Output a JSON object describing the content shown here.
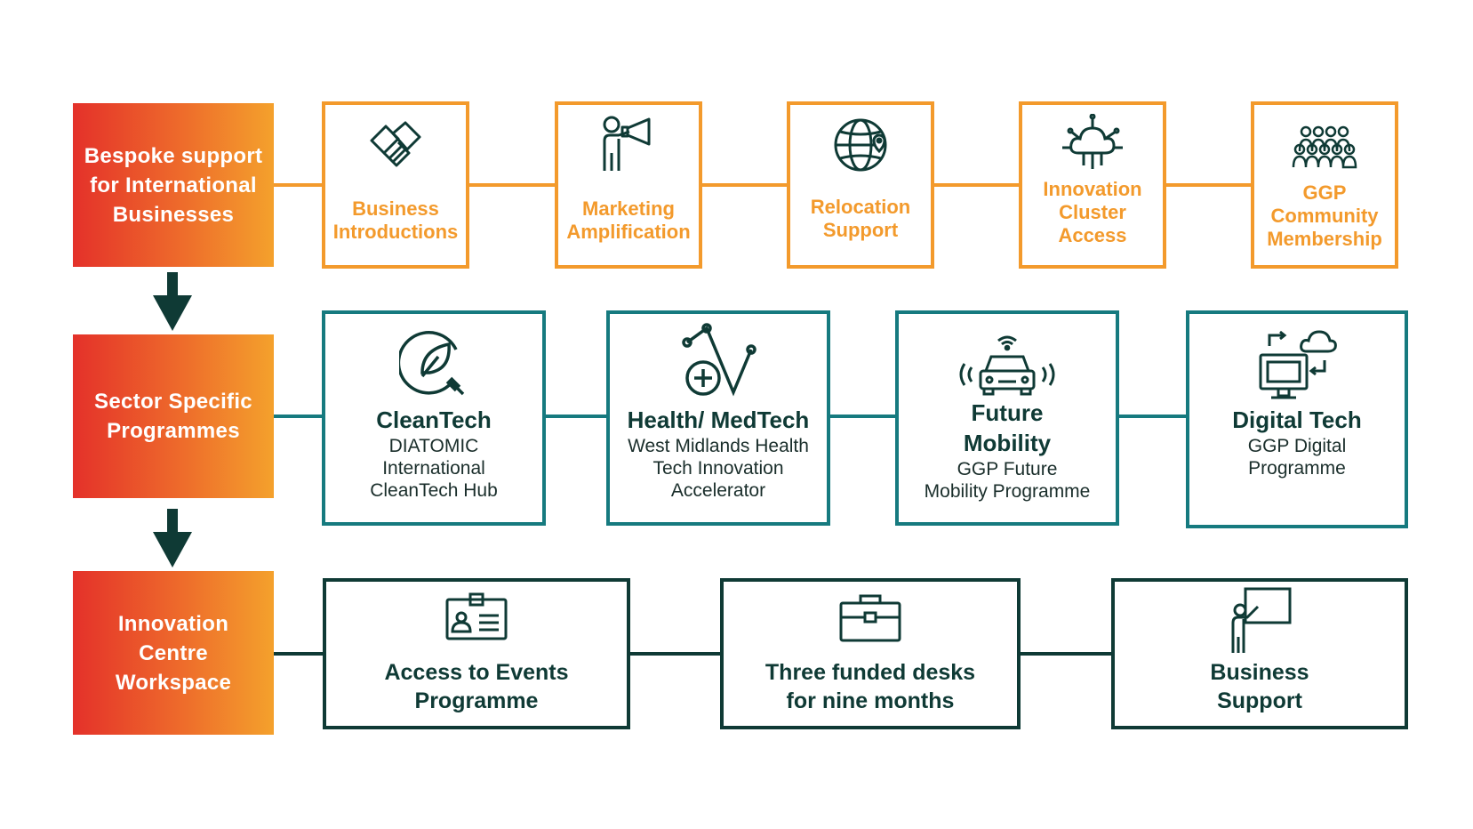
{
  "rows": [
    {
      "label": "Bespoke support\nfor International\nBusinesses",
      "cards": [
        {
          "icon": "handshake-icon",
          "text": "Business\nIntroductions"
        },
        {
          "icon": "megaphone-person-icon",
          "text": "Marketing\nAmplification"
        },
        {
          "icon": "globe-location-icon",
          "text": "Relocation\nSupport"
        },
        {
          "icon": "cloud-network-icon",
          "text": "Innovation\nCluster\nAccess"
        },
        {
          "icon": "community-group-icon",
          "text": "GGP\nCommunity\nMembership"
        }
      ]
    },
    {
      "label": "Sector Specific\nProgrammes",
      "cards": [
        {
          "icon": "leaf-plug-icon",
          "title": "CleanTech",
          "sub": "DIATOMIC\nInternational\nCleanTech Hub"
        },
        {
          "icon": "medical-graph-icon",
          "title": "Health/ MedTech",
          "sub": "West Midlands Health\nTech Innovation\nAccelerator"
        },
        {
          "icon": "connected-car-icon",
          "title": "Future\nMobility",
          "sub": "GGP Future\nMobility Programme"
        },
        {
          "icon": "computer-cloud-icon",
          "title": "Digital Tech",
          "sub": "GGP Digital\nProgramme"
        }
      ]
    },
    {
      "label": "Innovation\nCentre\nWorkspace",
      "cards": [
        {
          "icon": "id-badge-icon",
          "text": "Access to Events\nProgramme"
        },
        {
          "icon": "briefcase-icon",
          "text": "Three funded desks\nfor nine months"
        },
        {
          "icon": "presenter-board-icon",
          "text": "Business\nSupport"
        }
      ]
    }
  ],
  "colors": {
    "gradient_start": "#e4312a",
    "gradient_end": "#f4a12c",
    "orange": "#f39a2c",
    "teal": "#167a7f",
    "dark_green": "#0f3a35"
  }
}
